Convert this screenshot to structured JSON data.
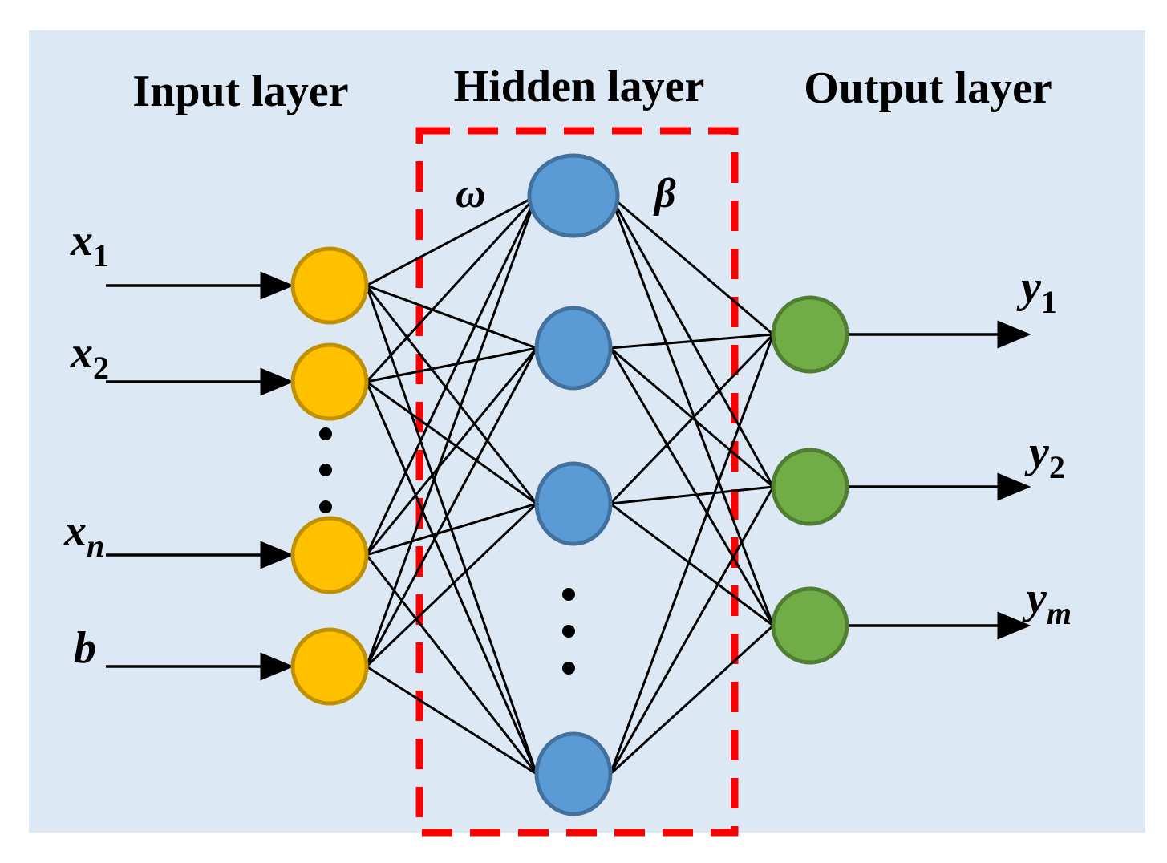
{
  "titles": {
    "input": "Input layer",
    "hidden": "Hidden layer",
    "output": "Output layer"
  },
  "weights": {
    "input_hidden": "ω",
    "hidden_output": "β"
  },
  "inputs": [
    {
      "symbol": "x",
      "sub": "1"
    },
    {
      "symbol": "x",
      "sub": "2"
    },
    {
      "symbol": "x",
      "sub": "n"
    },
    {
      "symbol": "b",
      "sub": ""
    }
  ],
  "outputs": [
    {
      "symbol": "y",
      "sub": "1"
    },
    {
      "symbol": "y",
      "sub": "2"
    },
    {
      "symbol": "y",
      "sub": "m"
    }
  ],
  "colors": {
    "background": "#dde8f5",
    "input_node_fill": "#ffc000",
    "input_node_stroke": "#bf9000",
    "hidden_node_fill": "#5b9bd5",
    "hidden_node_stroke": "#41719c",
    "output_node_fill": "#70ad47",
    "output_node_stroke": "#507e32",
    "hidden_box": "#ff0000",
    "edges": "#000000"
  }
}
